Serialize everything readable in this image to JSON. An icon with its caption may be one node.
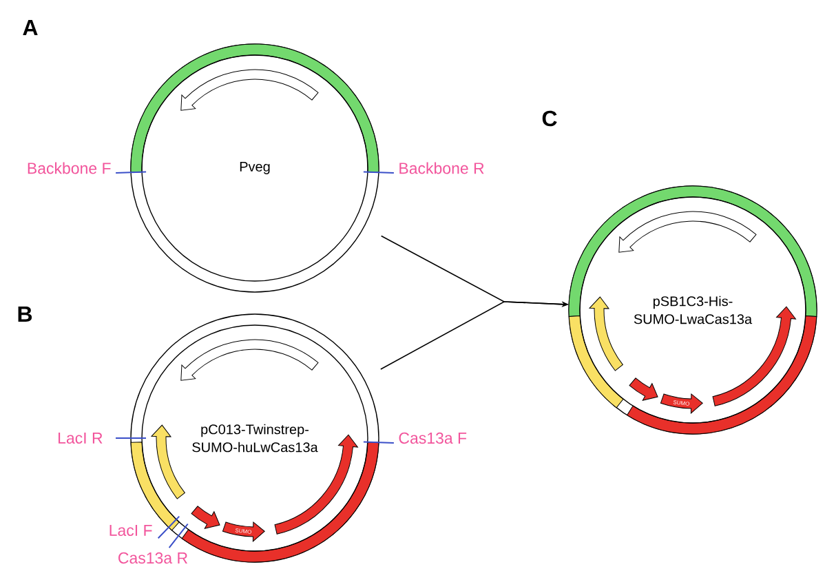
{
  "diagram": {
    "nodes": [
      {
        "text": [
          "Pveg"
        ]
      },
      {
        "text": [
          "pC013-Twinstrep-SUMO-huLwCas13a"
        ]
      },
      {
        "text": [
          "pSB1C3-His-SUMO-LwaCas13a"
        ]
      }
    ],
    "edges": [
      {
        "from": 0,
        "to": 2,
        "arrow": "to"
      },
      {
        "from": 1,
        "to": 2,
        "arrow": "to"
      }
    ],
    "labels": [
      "A",
      "Backbone F",
      "Backbone R",
      "B",
      "LacI R",
      "Cas13a F",
      "LacI F",
      "Cas13a R",
      "SUMO",
      "C",
      "SUMO"
    ]
  }
}
